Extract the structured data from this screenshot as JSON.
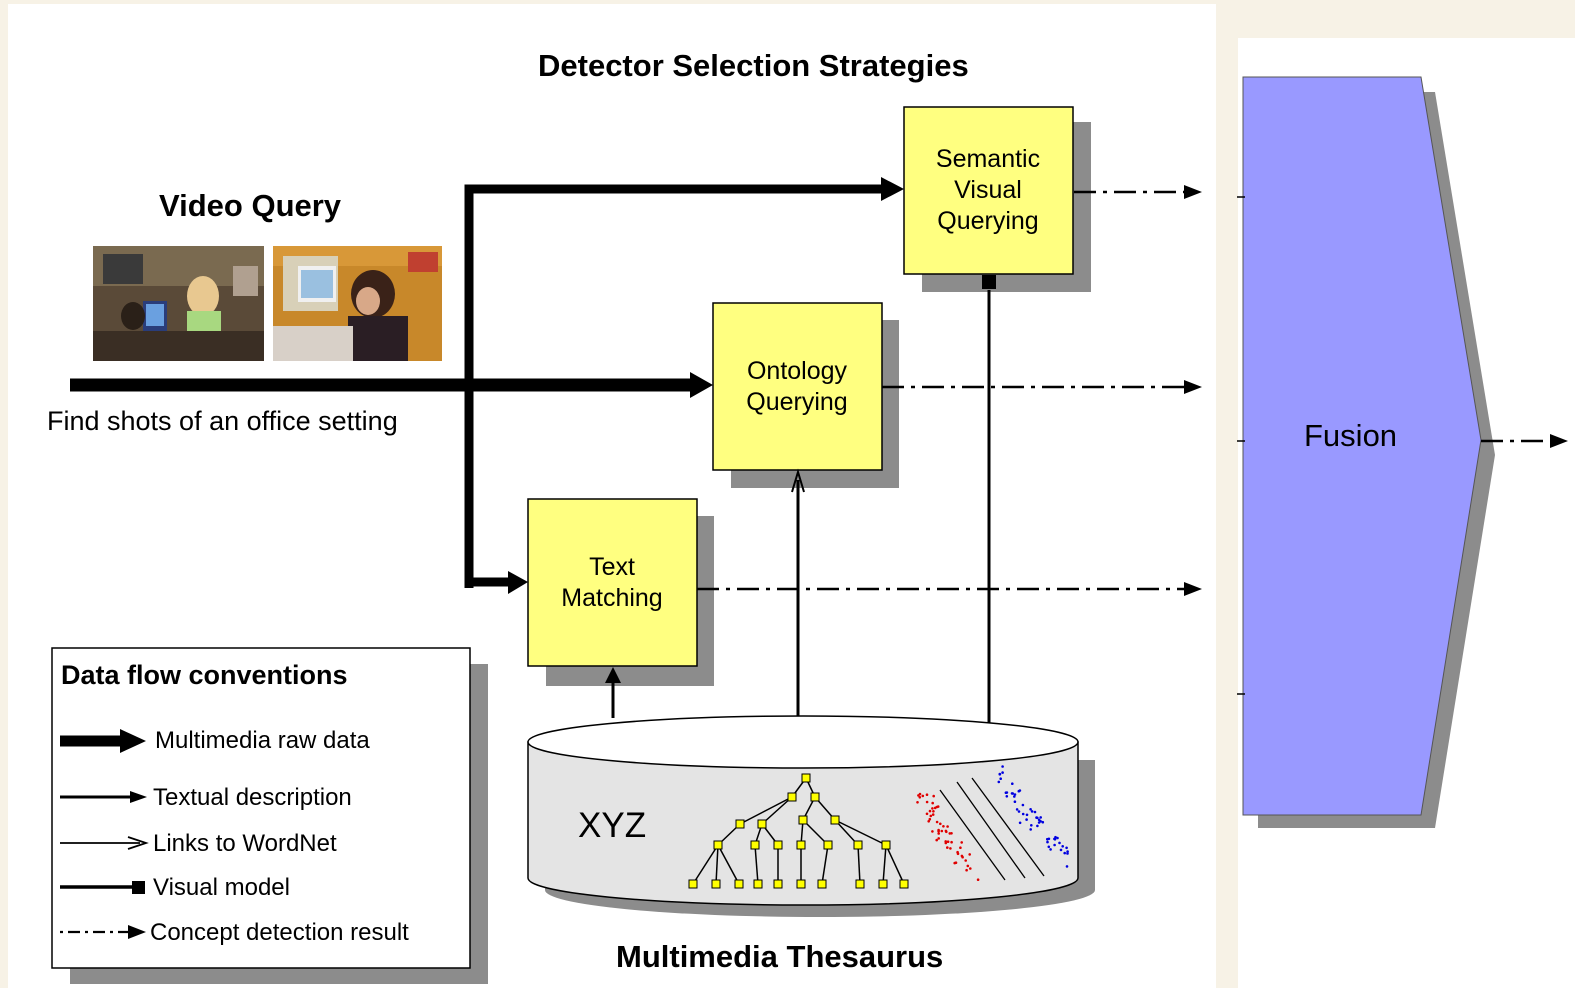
{
  "title": "Detector Selection Strategies",
  "video_query": {
    "title": "Video Query",
    "query_text": "Find shots of an office setting"
  },
  "boxes": {
    "semantic": "Semantic Visual Querying",
    "ontology": "Ontology Querying",
    "text": "Text Matching",
    "fusion": "Fusion"
  },
  "thesaurus": {
    "title": "Multimedia Thesaurus",
    "label": "XYZ"
  },
  "legend": {
    "title": "Data flow conventions",
    "items": [
      "Multimedia raw data",
      "Textual description",
      "Links to WordNet",
      "Visual model",
      "Concept detection result"
    ]
  },
  "colors": {
    "box_fill": "#ffff80",
    "fusion_fill": "#9999ff",
    "shadow": "#8c8c8c",
    "cylinder_fill": "#e4e4e4",
    "node_fill": "#ffff00"
  },
  "icons": [
    "thick-arrow",
    "thin-arrow",
    "open-arrow",
    "square-end-line",
    "dash-dot-arrow"
  ]
}
